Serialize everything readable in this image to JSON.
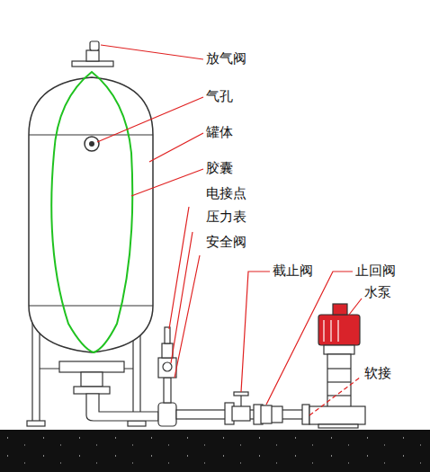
{
  "diagram": {
    "labels": [
      "放气阀",
      "气孔",
      "罐体",
      "胶囊",
      "电接点",
      "压力表",
      "安全阀",
      "截止阀",
      "止回阀",
      "水泵",
      "软接"
    ]
  }
}
